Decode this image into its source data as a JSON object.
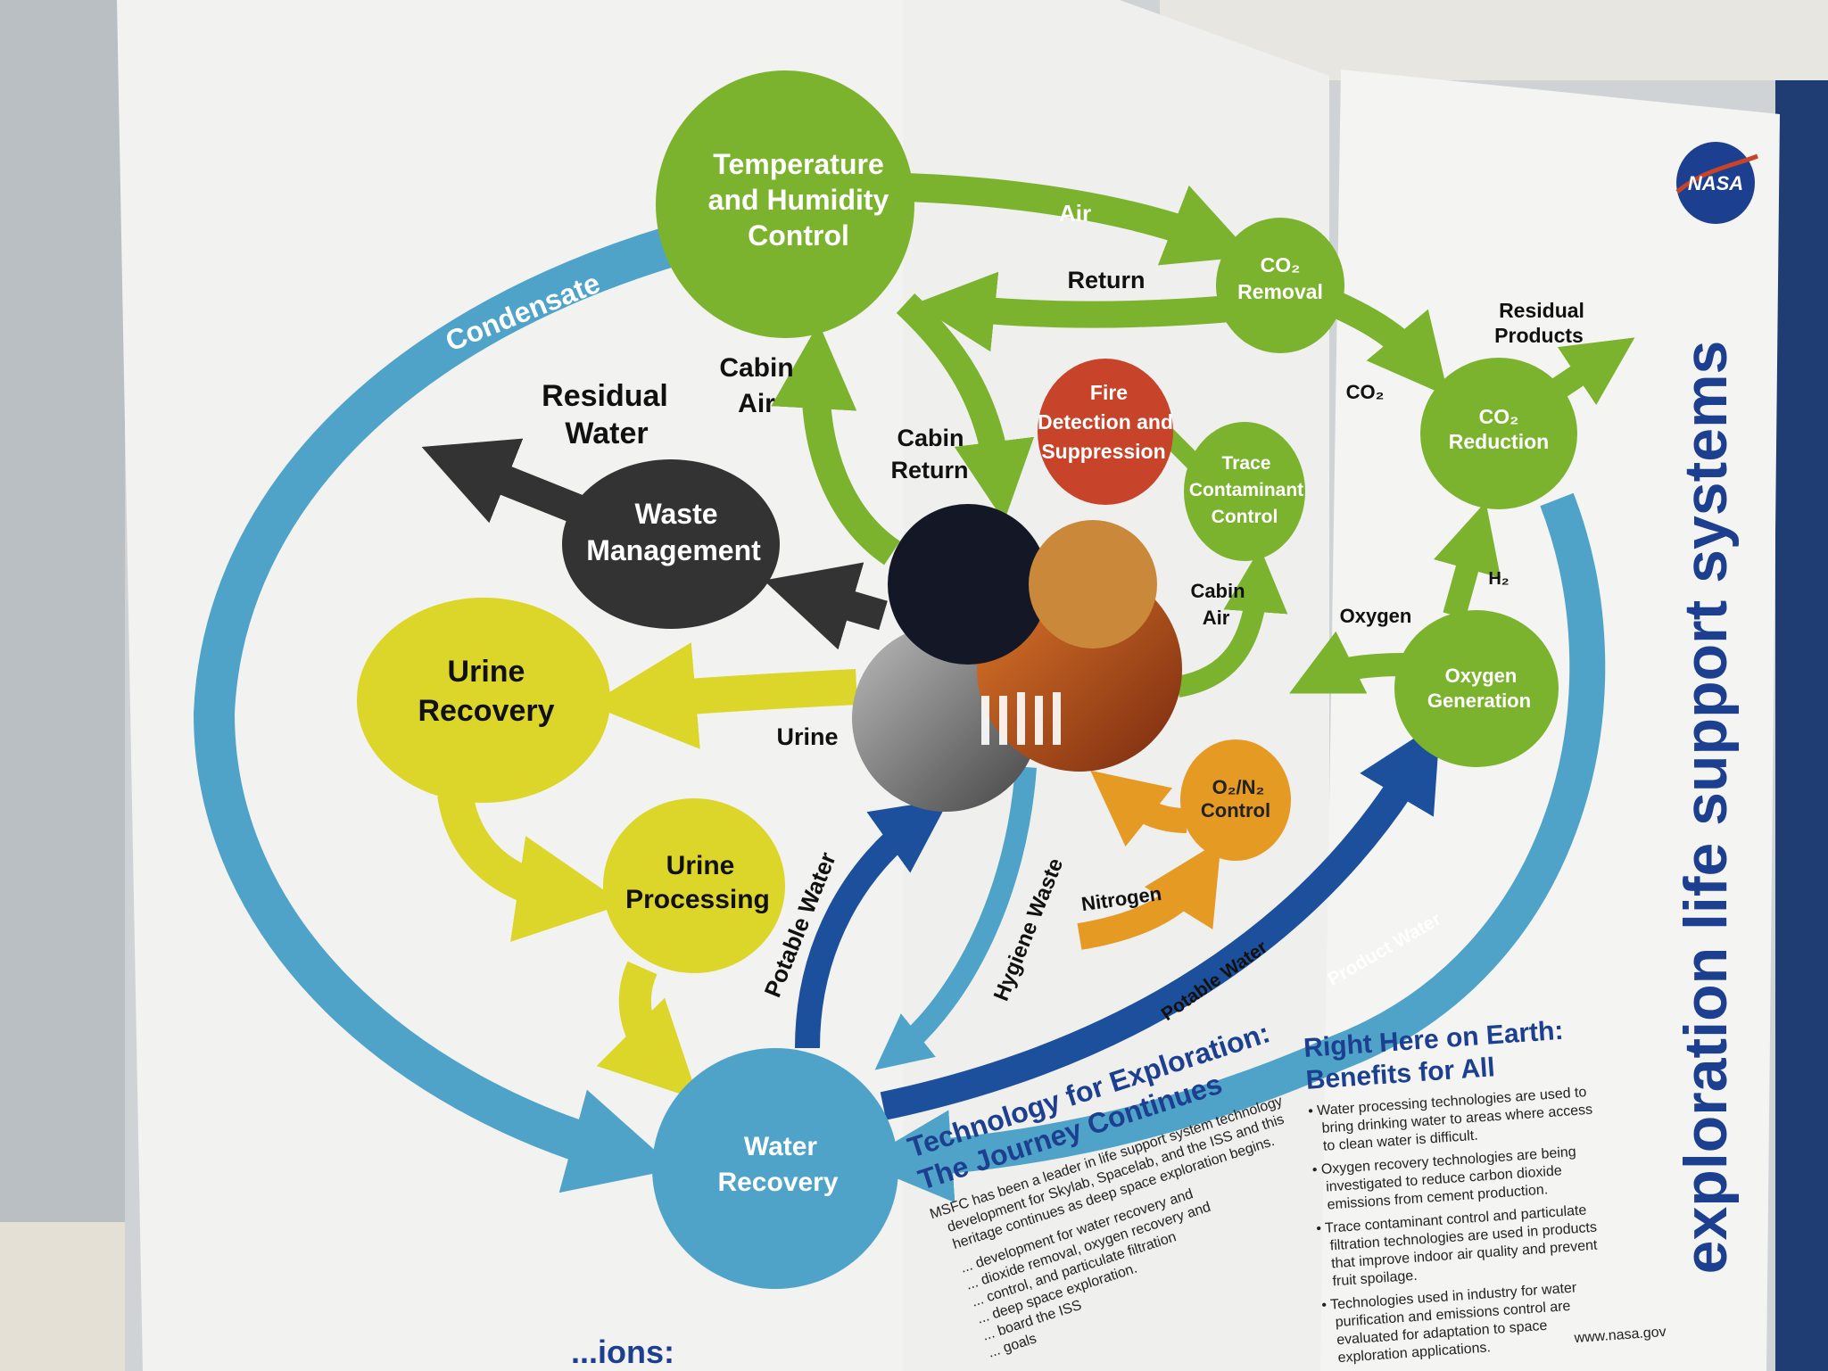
{
  "colors": {
    "green": "#7cb32e",
    "blue_light": "#4fa3c8",
    "blue_dark": "#1c4f9c",
    "yellow": "#dcd52a",
    "dark": "#333333",
    "red": "#c7432a",
    "orange": "#e59a24",
    "navy": "#1d3f8f"
  },
  "nodes": {
    "thc": [
      "Temperature",
      "and Humidity",
      "Control"
    ],
    "co2_removal": [
      "CO₂",
      "Removal"
    ],
    "co2_reduction": [
      "CO₂",
      "Reduction"
    ],
    "oxygen_generation": [
      "Oxygen",
      "Generation"
    ],
    "trace": [
      "Trace",
      "Contaminant",
      "Control"
    ],
    "fire": [
      "Fire",
      "Detection and",
      "Suppression"
    ],
    "o2n2": [
      "O₂/N₂",
      "Control"
    ],
    "waste": [
      "Waste",
      "Management"
    ],
    "urine_recovery": [
      "Urine",
      "Recovery"
    ],
    "urine_processing": [
      "Urine",
      "Processing"
    ],
    "water_recovery": [
      "Water",
      "Recovery"
    ]
  },
  "flows": {
    "condensate": "Condensate",
    "residual_water": [
      "Residual",
      "Water"
    ],
    "cabin_air": [
      "Cabin",
      "Air"
    ],
    "cabin_return": [
      "Cabin",
      "Return"
    ],
    "air": "Air",
    "return": "Return",
    "co2": "CO₂",
    "residual_products": [
      "Residual",
      "Products"
    ],
    "h2": "H₂",
    "oxygen": "Oxygen",
    "cabin_air2": [
      "Cabin",
      "Air"
    ],
    "urine": "Urine",
    "nitrogen": "Nitrogen",
    "potable_water": "Potable Water",
    "hygiene_waste": "Hygiene Waste",
    "potable_water2": "Potable Water",
    "product_water": "Product Water"
  },
  "banner_title": "exploration life support systems",
  "logo_text": "NASA",
  "url": "www.nasa.gov",
  "technology": {
    "heading": [
      "Technology for Exploration:",
      "The Journey Continues"
    ],
    "bullets": [
      "MSFC has been a leader in life support system technology",
      "development for Skylab, Spacelab, and the ISS and this",
      "heritage continues as deep space exploration begins.",
      "... development for water recovery and",
      "... dioxide removal, oxygen recovery and",
      "... control, and particulate filtration",
      "... deep space exploration.",
      "... board the ISS",
      "... goals"
    ]
  },
  "benefits": {
    "heading": [
      "Right Here on Earth:",
      "Benefits for All"
    ],
    "bullets": [
      [
        "Water processing technologies are used to",
        "bring drinking water to areas where access",
        "to clean water is difficult."
      ],
      [
        "Oxygen recovery technologies are being",
        "investigated to reduce carbon dioxide",
        "emissions from cement production."
      ],
      [
        "Trace contaminant control and particulate",
        "filtration technologies are used in products",
        "that improve indoor air quality and prevent",
        "fruit spoilage."
      ],
      [
        "Technologies used in industry for water",
        "purification and emissions control are",
        "evaluated for adaptation to space",
        "exploration applications."
      ]
    ]
  },
  "left_bottom_fragment": "...ions:"
}
